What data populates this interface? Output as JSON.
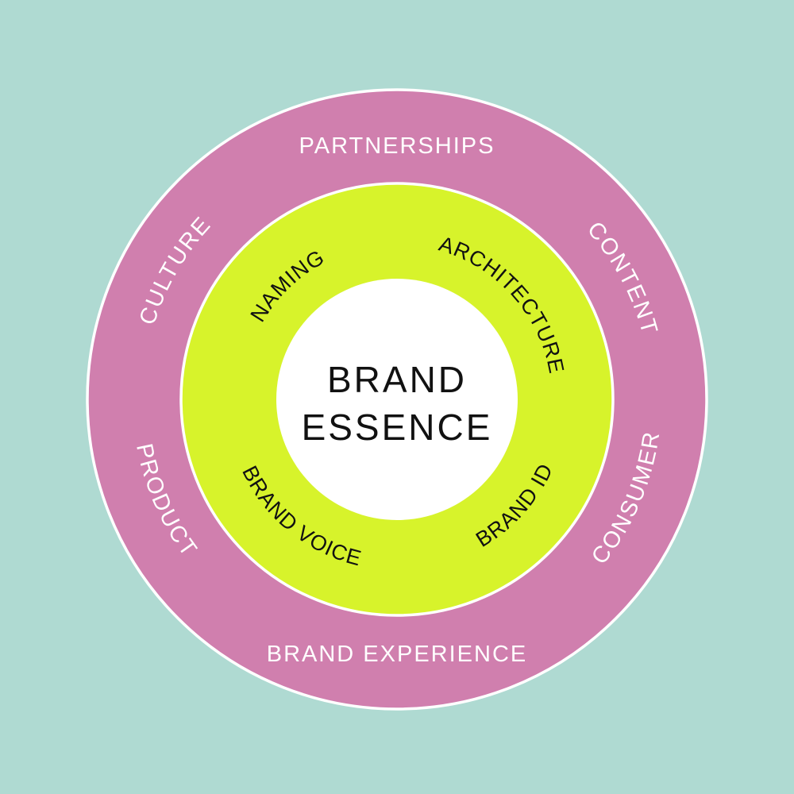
{
  "diagram": {
    "type": "concentric-rings",
    "background": "#afdad2",
    "ring_stroke": "#ffffff",
    "center_circle": {
      "fill": "#ffffff",
      "text_color": "#111111",
      "label_line1": "BRAND",
      "label_line2": "ESSENCE"
    },
    "middle_ring": {
      "fill": "#d7f32b",
      "text_color": "#111111",
      "labels": [
        {
          "text": "NAMING",
          "position": "upper-left"
        },
        {
          "text": "ARCHITECTURE",
          "position": "upper-right"
        },
        {
          "text": "BRAND ID",
          "position": "lower-right"
        },
        {
          "text": "BRAND VOICE",
          "position": "lower-left"
        }
      ]
    },
    "outer_ring": {
      "fill": "#d07fae",
      "text_color": "#ffffff",
      "labels": [
        {
          "text": "PARTNERSHIPS",
          "position": "top"
        },
        {
          "text": "CONTENT",
          "position": "upper-right"
        },
        {
          "text": "CONSUMER",
          "position": "lower-right"
        },
        {
          "text": "BRAND EXPERIENCE",
          "position": "bottom"
        },
        {
          "text": "PRODUCT",
          "position": "lower-left"
        },
        {
          "text": "CULTURE",
          "position": "upper-left"
        }
      ]
    }
  }
}
